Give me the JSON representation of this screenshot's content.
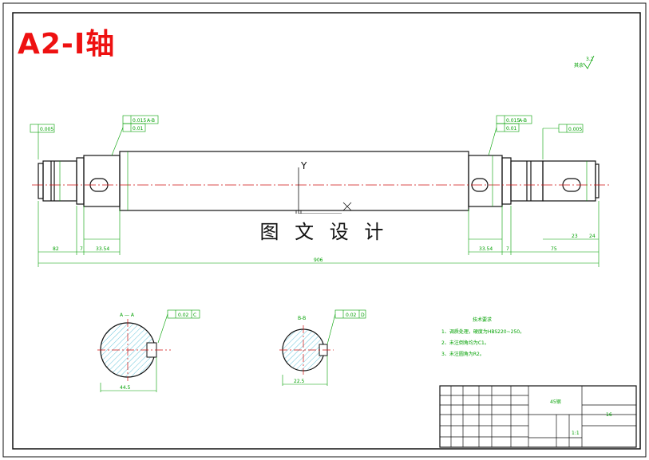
{
  "title": "A2-Ⅰ轴",
  "watermark": "图 文 设 计",
  "roughness_note": "其余",
  "roughness_value": "3.2",
  "axis_labels": {
    "y": "Y",
    "x": "X"
  },
  "dimensions": {
    "overall_length": "906",
    "left_seg_1": "82",
    "left_seg_2": "7",
    "left_seg_3": "33.54",
    "right_seg_1": "33.54",
    "right_seg_2": "7",
    "right_seg_3": "75",
    "right_seg_4": "23",
    "right_seg_5": "24"
  },
  "tolerances": {
    "runout_left": "0.005",
    "runout_right": "0.005",
    "cyl_left": "0.015",
    "cyl_left_datum": "A-B",
    "cyl_left_2": "0.01",
    "cyl_right": "0.015",
    "cyl_right_datum": "A-B",
    "cyl_right_2": "0.01",
    "section_a_tol": "0.02",
    "section_a_datum": "C",
    "section_b_tol": "0.02",
    "section_b_datum": "D"
  },
  "sections": {
    "a_label": "A — A",
    "b_label": "B-B",
    "a_dim": "44.5",
    "b_dim": "22.5"
  },
  "notes": {
    "heading": "技术要求",
    "items": [
      "1、调质处理，硬度为HBS220~250。",
      "2、未注倒角均为C1。",
      "3、未注圆角为R2。"
    ]
  },
  "title_block": {
    "material": "45钢",
    "part_no": "16",
    "scale": "1:1"
  },
  "colors": {
    "border": "#111111",
    "shaft": "#111111",
    "centerline": "#d01010",
    "dimension": "#00a000",
    "hatch": "#22aacc",
    "title": "#ee1111"
  }
}
